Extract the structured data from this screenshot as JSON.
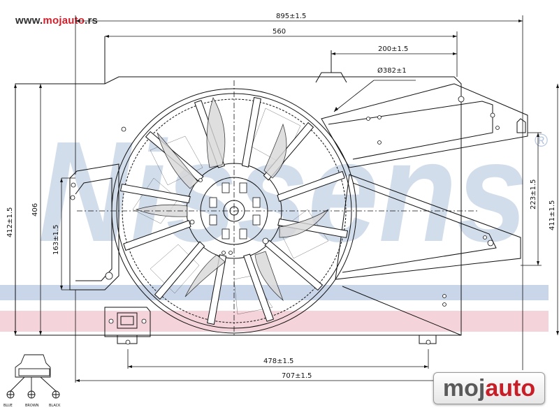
{
  "site_url": {
    "part1": "www.",
    "part2": "mojauto",
    "part3": ".rs"
  },
  "logo": {
    "part1": "moj",
    "part2": "auto"
  },
  "watermark": {
    "brand": "Nissens",
    "registered_mark": "®"
  },
  "dimensions": {
    "overall_width": "895±1.5",
    "top_width": "560",
    "bracket_offset": "200±1.5",
    "fan_diameter": "Ø382±1",
    "left_height": "412±1.5",
    "frame_height": "406",
    "left_bracket_height": "163±1.5",
    "right_bracket_height": "223±1.5",
    "right_height": "411±1.5",
    "bottom_mount_spacing": "478±1.5",
    "bottom_width": "707±1.5"
  },
  "connector": {
    "pins": [
      "BLUE",
      "BROWN",
      "BLACK"
    ]
  },
  "colors": {
    "watermark_blue": "#b7c7df",
    "watermark_pink": "#f3c9d1",
    "line": "#111111",
    "accent_red": "#d21f2c"
  }
}
